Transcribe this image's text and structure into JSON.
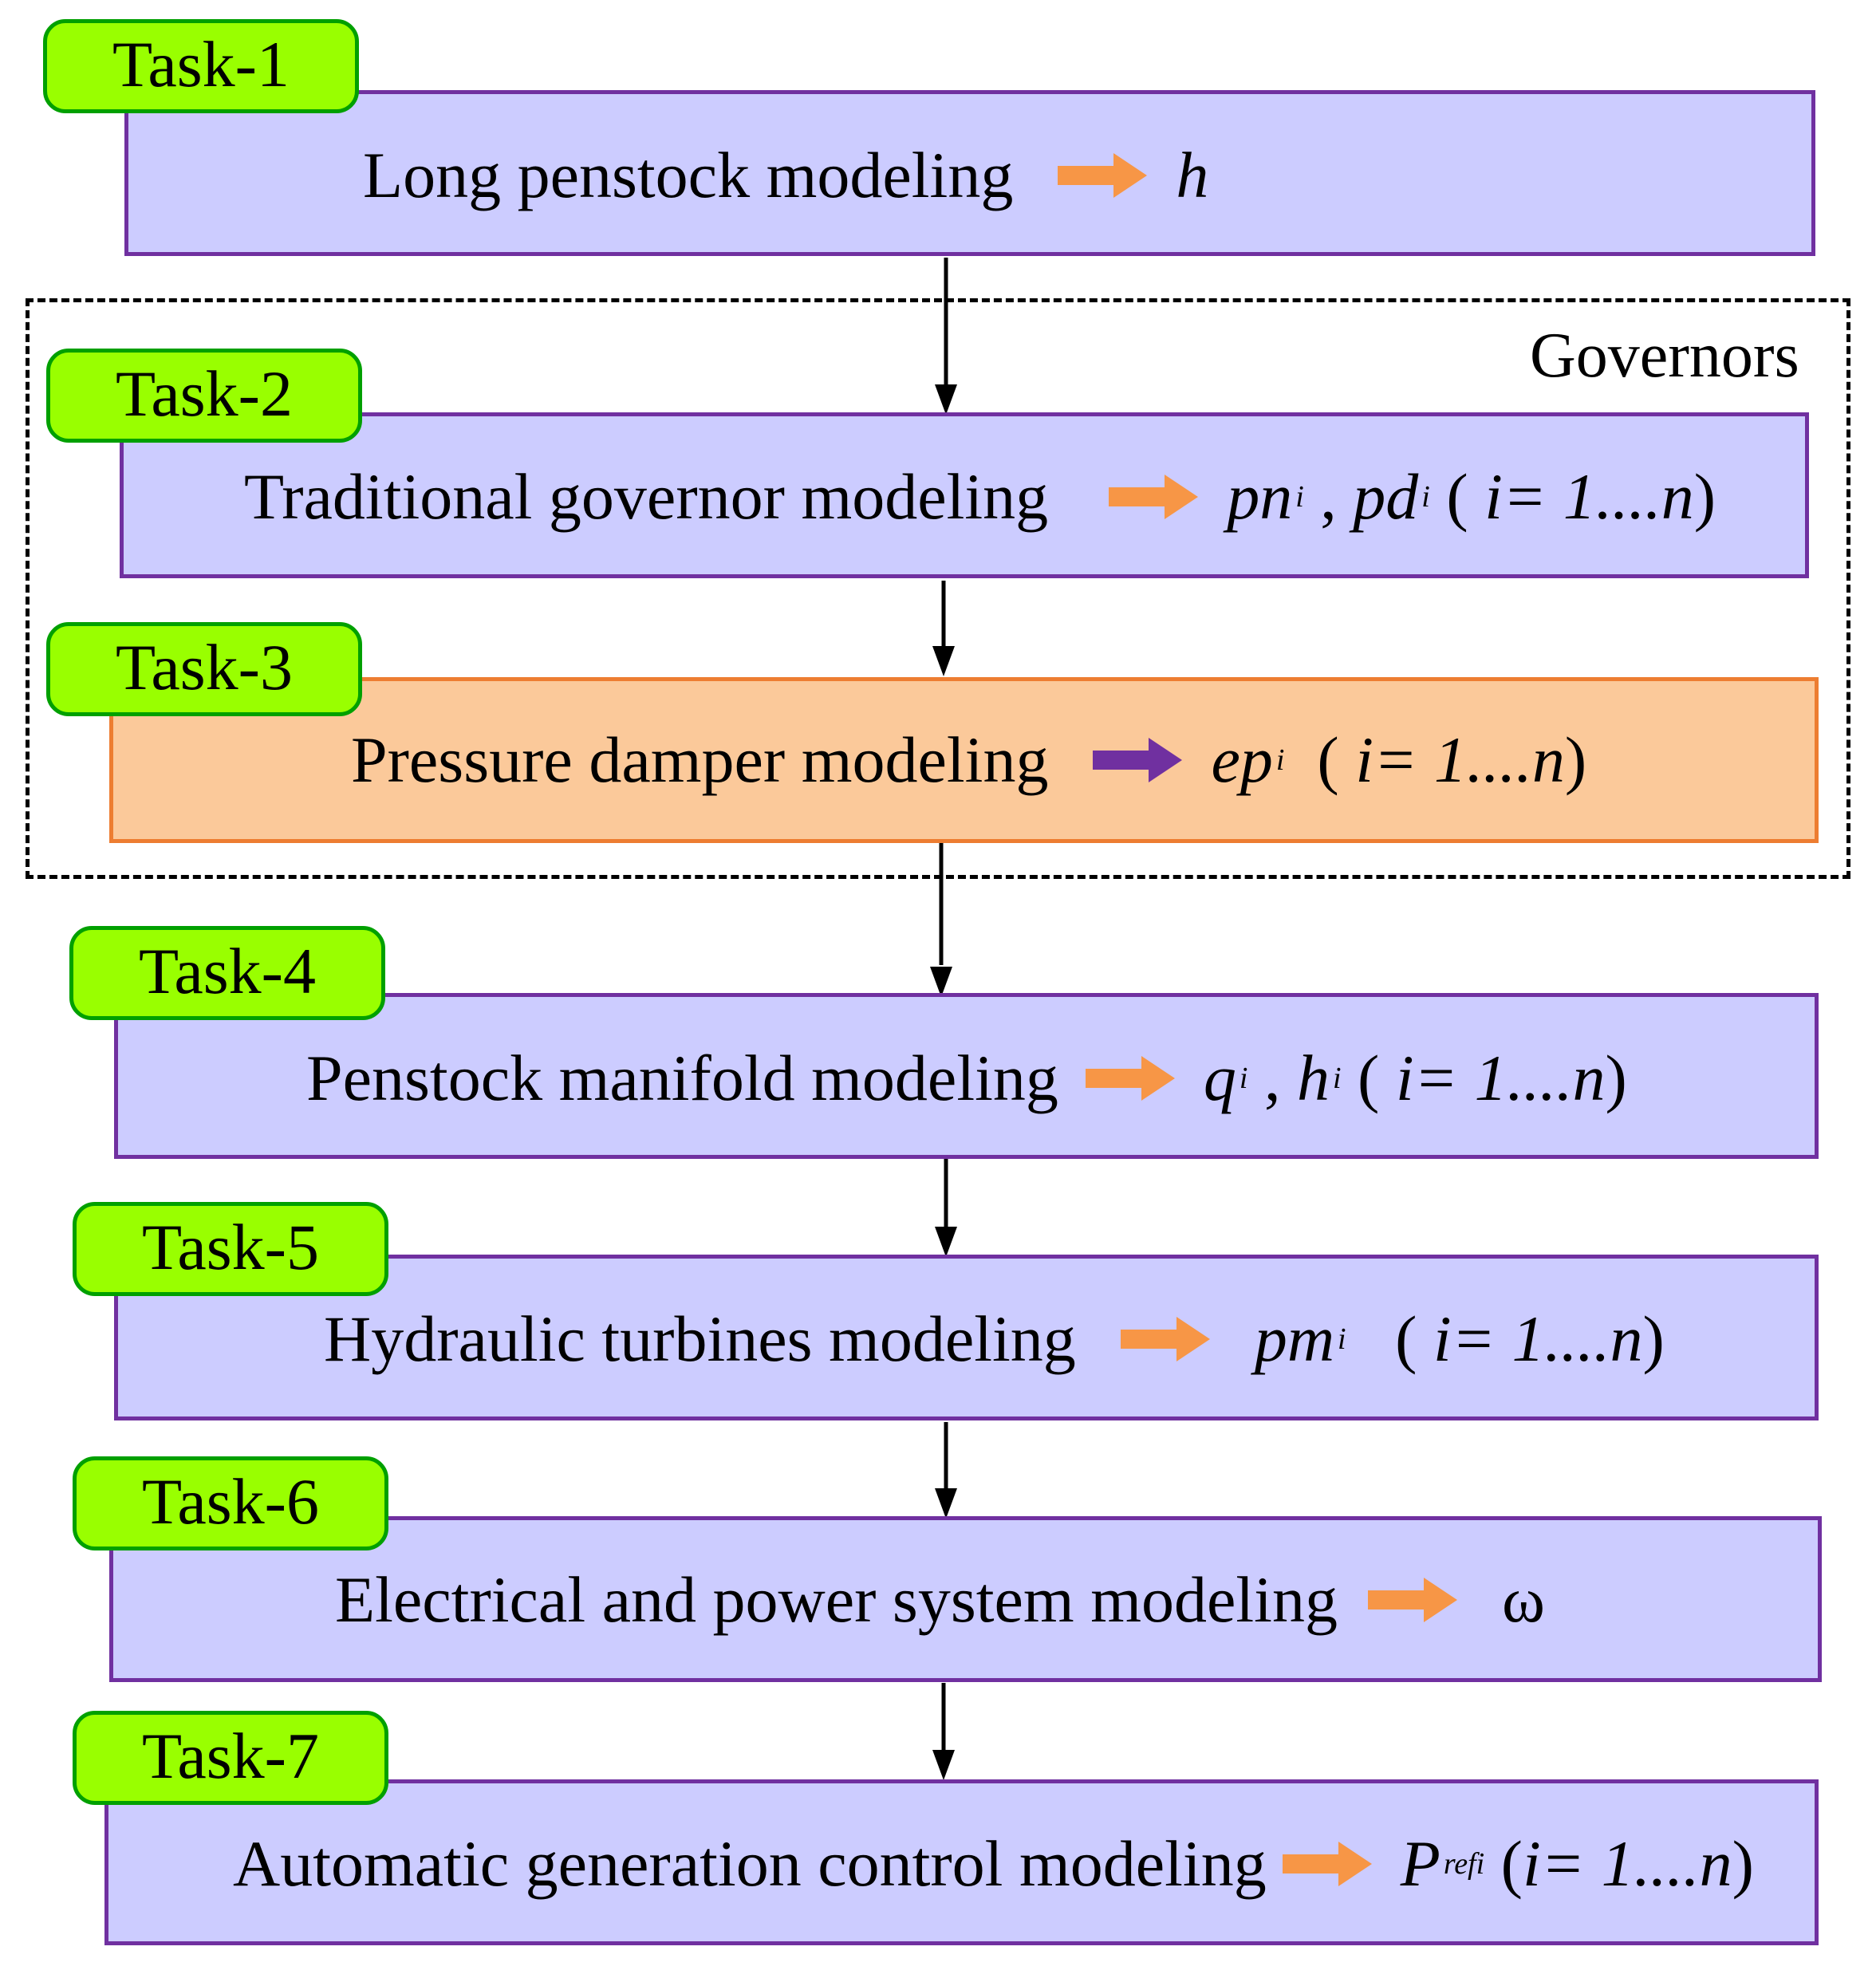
{
  "group": {
    "label": "Governors"
  },
  "tasks": [
    {
      "tab": "Task-1",
      "label": "Long penstock modeling",
      "arrow_color": "#f79646",
      "output": {
        "sym": "h",
        "sub": "",
        "sym2": "",
        "sub2": "",
        "range": ""
      }
    },
    {
      "tab": "Task-2",
      "label": "Traditional governor modeling",
      "arrow_color": "#f79646",
      "output": {
        "sym": "pn",
        "sub": "i",
        "sym2": "pd",
        "sub2": "i",
        "range": "i= 1....n"
      }
    },
    {
      "tab": "Task-3",
      "label": "Pressure damper modeling",
      "arrow_color": "#7030a0",
      "output": {
        "sym": "ep",
        "sub": "i",
        "sym2": "",
        "sub2": "",
        "range": "i= 1....n"
      }
    },
    {
      "tab": "Task-4",
      "label": "Penstock manifold modeling",
      "arrow_color": "#f79646",
      "output": {
        "sym": "q",
        "sub": "i",
        "sym2": "h",
        "sub2": "i",
        "range": "i= 1....n"
      }
    },
    {
      "tab": "Task-5",
      "label": "Hydraulic turbines modeling",
      "arrow_color": "#f79646",
      "output": {
        "sym": "pm",
        "sub": "i",
        "sym2": "",
        "sub2": "",
        "range": "i= 1....n"
      }
    },
    {
      "tab": "Task-6",
      "label": "Electrical and power system modeling",
      "arrow_color": "#f79646",
      "output": {
        "sym": "ω",
        "sub": "",
        "sym2": "",
        "sub2": "",
        "range": ""
      }
    },
    {
      "tab": "Task-7",
      "label": "Automatic generation control modeling",
      "arrow_color": "#f79646",
      "output": {
        "sym": "P",
        "sub": "refi",
        "sym2": "",
        "sub2": "",
        "range": "i= 1....n"
      }
    }
  ]
}
